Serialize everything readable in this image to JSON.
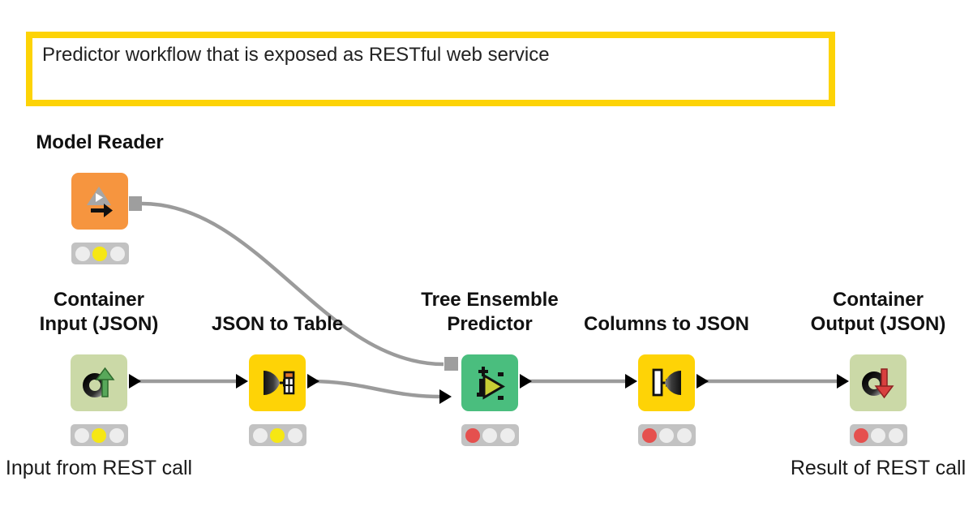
{
  "annotation": {
    "text": "Predictor workflow that is exposed as RESTful web service",
    "border_color": "#FDD306"
  },
  "nodes": [
    {
      "id": "model-reader",
      "title_lines": [
        "Model Reader"
      ],
      "state": "configured",
      "node_color": "#F6953F",
      "icon": "model-reader-icon"
    },
    {
      "id": "container-input",
      "title_lines": [
        "Container",
        "Input (JSON)"
      ],
      "state": "configured",
      "node_color": "#CBD9A7",
      "icon": "container-input-icon",
      "caption": "Input from REST call"
    },
    {
      "id": "json-to-table",
      "title_lines": [
        "JSON to Table"
      ],
      "state": "configured",
      "node_color": "#FED306",
      "icon": "json-to-table-icon"
    },
    {
      "id": "tree-ensemble-predictor",
      "title_lines": [
        "Tree Ensemble",
        "Predictor"
      ],
      "state": "idle",
      "node_color": "#4ABE7E",
      "icon": "tree-ensemble-predictor-icon"
    },
    {
      "id": "columns-to-json",
      "title_lines": [
        "Columns to JSON"
      ],
      "state": "idle",
      "node_color": "#FED306",
      "icon": "columns-to-json-icon"
    },
    {
      "id": "container-output",
      "title_lines": [
        "Container",
        "Output (JSON)"
      ],
      "state": "idle",
      "node_color": "#CBD9A7",
      "icon": "container-output-icon",
      "caption": "Result of REST call"
    }
  ],
  "connections": [
    {
      "from": "model-reader",
      "to": "tree-ensemble-predictor",
      "to_port": "model"
    },
    {
      "from": "container-input",
      "to": "json-to-table"
    },
    {
      "from": "json-to-table",
      "to": "tree-ensemble-predictor",
      "to_port": "data"
    },
    {
      "from": "tree-ensemble-predictor",
      "to": "columns-to-json"
    },
    {
      "from": "columns-to-json",
      "to": "container-output"
    }
  ],
  "traffic_light_states": {
    "configured": "yellow-middle",
    "idle": "red-left"
  },
  "colors": {
    "wire": "#9B9B9B",
    "port_square": "#9E9E9E",
    "port_triangle": "#000000",
    "light_yellow": "#F6E714",
    "light_red": "#E5504E",
    "light_off": "#EDEDED",
    "traffic_bg": "#C2C2C2"
  }
}
